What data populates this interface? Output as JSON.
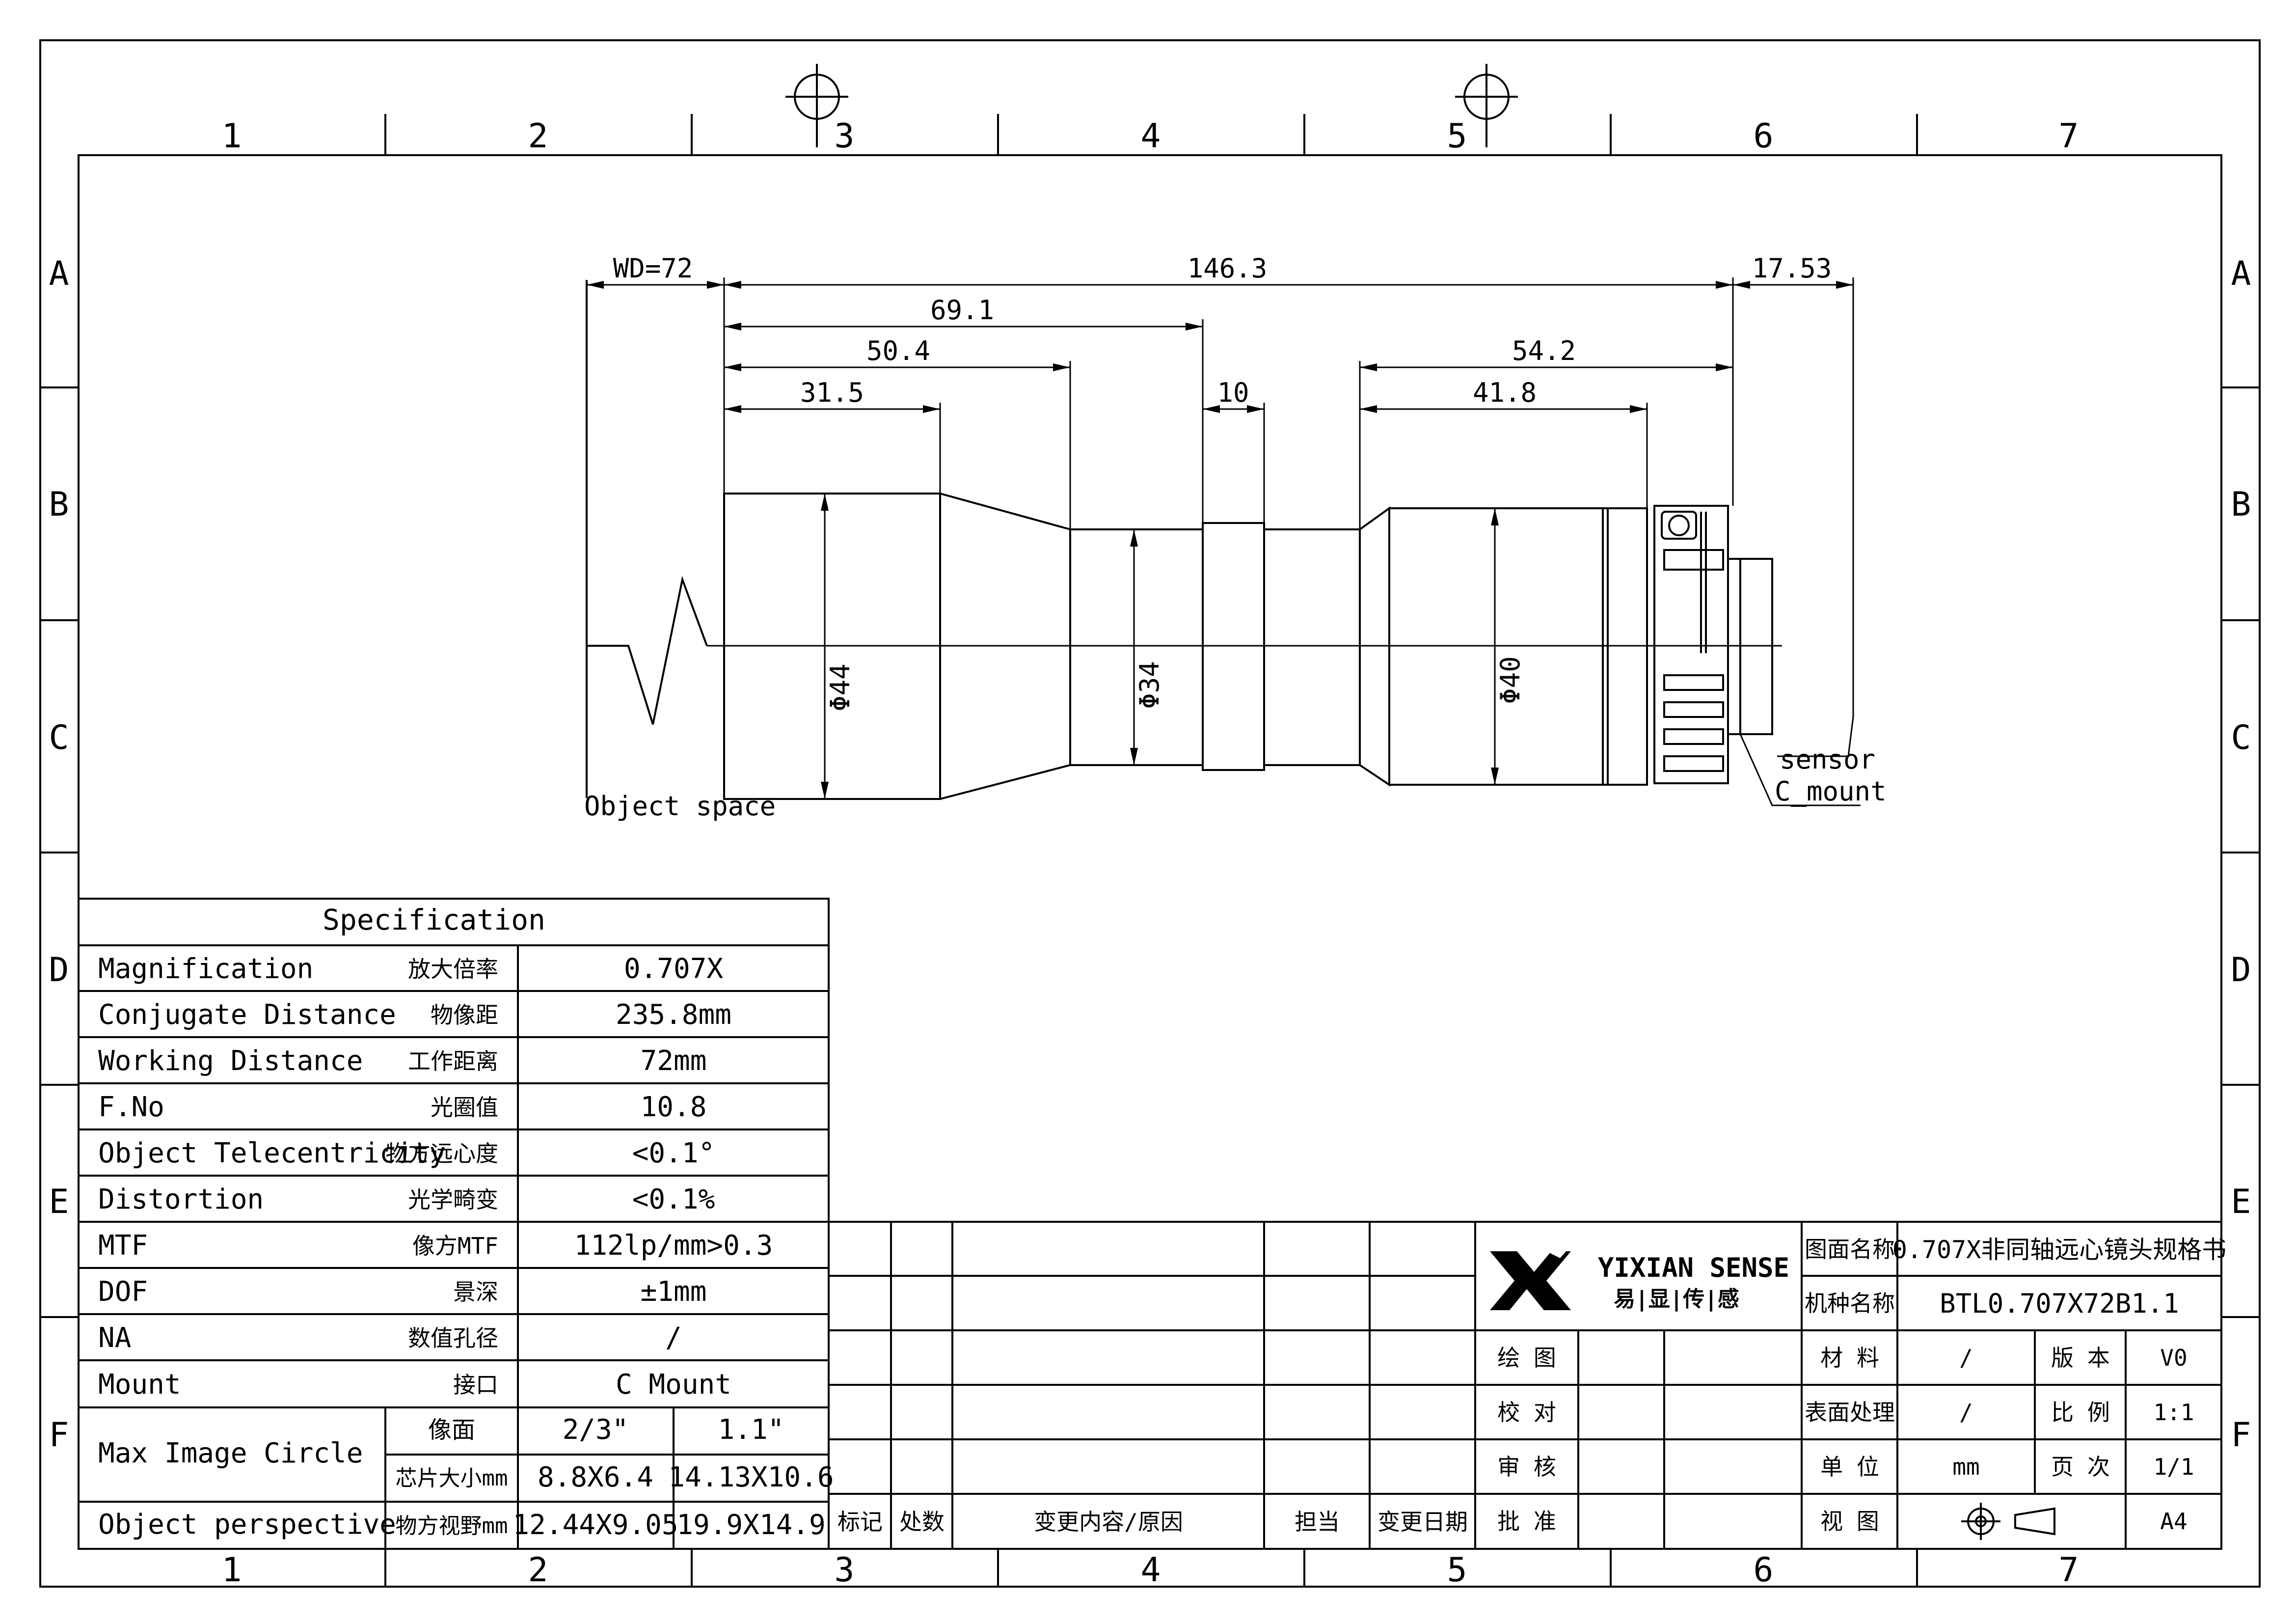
{
  "frame": {
    "columns": [
      "1",
      "2",
      "3",
      "4",
      "5",
      "6",
      "7"
    ],
    "rows": [
      "A",
      "B",
      "C",
      "D",
      "E",
      "F"
    ]
  },
  "dimensions": {
    "wd": "WD=72",
    "total": "146.3",
    "d691": "69.1",
    "d504": "50.4",
    "d315": "31.5",
    "d10": "10",
    "d542": "54.2",
    "d418": "41.8",
    "d1753": "17.53",
    "dia44": "Φ44",
    "dia34": "Φ34",
    "dia40": "Φ40"
  },
  "labels": {
    "object_space": "Object space",
    "sensor": "sensor",
    "c_mount": "C_mount"
  },
  "spec": {
    "title": "Specification",
    "rows": [
      {
        "en": "Magnification",
        "cn": "放大倍率",
        "value": "0.707X"
      },
      {
        "en": "Conjugate Distance",
        "cn": "物像距",
        "value": "235.8mm"
      },
      {
        "en": "Working Distance",
        "cn": "工作距离",
        "value": "72mm"
      },
      {
        "en": "F.No",
        "cn": "光圈值",
        "value": "10.8"
      },
      {
        "en": "Object Telecentricity",
        "cn": "物方远心度",
        "value": "<0.1°"
      },
      {
        "en": "Distortion",
        "cn": "光学畸变",
        "value": "<0.1%"
      },
      {
        "en": "MTF",
        "cn": "像方MTF",
        "value": "112lp/mm>0.3"
      },
      {
        "en": "DOF",
        "cn": "景深",
        "value": "±1mm"
      },
      {
        "en": "NA",
        "cn": "数值孔径",
        "value": "/"
      },
      {
        "en": "Mount",
        "cn": "接口",
        "value": "C Mount"
      }
    ],
    "mic_label": "Max Image Circle",
    "mic_cn1": "像面",
    "mic_v1a": "2/3\"",
    "mic_v1b": "1.1\"",
    "mic_cn2": "芯片大小mm",
    "mic_v2a": "8.8X6.4",
    "mic_v2b": "14.13X10.6",
    "op_label": "Object perspective",
    "op_cn": "物方视野mm",
    "op_va": "12.44X9.05",
    "op_vb": "19.9X14.9"
  },
  "revision": {
    "headers": [
      "标记",
      "处数",
      "变更内容/原因",
      "担当",
      "变更日期"
    ]
  },
  "title_block": {
    "brand": "YIXIAN SENSE",
    "brand_cn": "易|显|传|感",
    "drawing_name_label": "图面名称",
    "drawing_name": "0.707X非同轴远心镜头规格书",
    "model_label": "机种名称",
    "model": "BTL0.707X72B1.1",
    "draw": "绘 图",
    "check": "校 对",
    "review": "审 核",
    "approve": "批 准",
    "material_label": "材 料",
    "material": "/",
    "version_label": "版 本",
    "version": "V0",
    "surface_label": "表面处理",
    "surface": "/",
    "scale_label": "比 例",
    "scale": "1:1",
    "unit_label": "单 位",
    "unit": "mm",
    "page_label": "页 次",
    "page": "1/1",
    "view_label": "视 图",
    "size": "A4"
  }
}
